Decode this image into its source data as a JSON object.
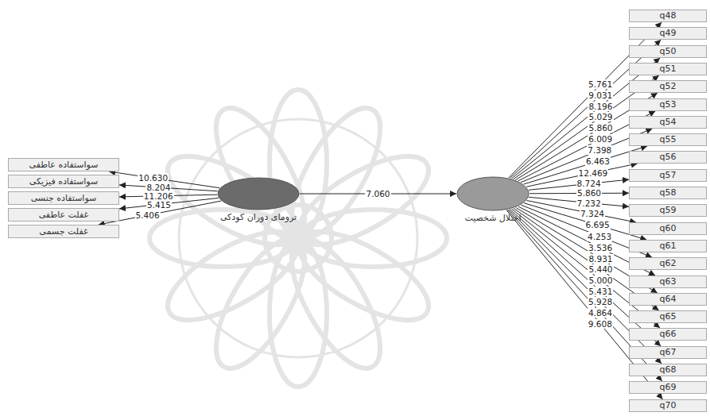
{
  "diagram": {
    "nodes": [
      {
        "text": [
          "سواستفاده عاطفی"
        ]
      },
      {
        "text": [
          "سواستفاده فیزیکی"
        ]
      },
      {
        "text": [
          "سواستفاده جنسی"
        ]
      },
      {
        "text": [
          "غفلت عاطفی"
        ]
      },
      {
        "text": [
          "غفلت جسمی"
        ]
      },
      {
        "text": [
          "ترومای دوران کودکی"
        ]
      },
      {
        "text": [
          "اختلال شخصیت"
        ]
      },
      {
        "text": [
          "q48"
        ]
      },
      {
        "text": [
          "q49"
        ]
      },
      {
        "text": [
          "q50"
        ]
      },
      {
        "text": [
          "q51"
        ]
      },
      {
        "text": [
          "q52"
        ]
      },
      {
        "text": [
          "q53"
        ]
      },
      {
        "text": [
          "q54"
        ]
      },
      {
        "text": [
          "q55"
        ]
      },
      {
        "text": [
          "q56"
        ]
      },
      {
        "text": [
          "q57"
        ]
      },
      {
        "text": [
          "q58"
        ]
      },
      {
        "text": [
          "q59"
        ]
      },
      {
        "text": [
          "q60"
        ]
      },
      {
        "text": [
          "q61"
        ]
      },
      {
        "text": [
          "q62"
        ]
      },
      {
        "text": [
          "q63"
        ]
      },
      {
        "text": [
          "q64"
        ]
      },
      {
        "text": [
          "q65"
        ]
      },
      {
        "text": [
          "q66"
        ]
      },
      {
        "text": [
          "q67"
        ]
      },
      {
        "text": [
          "q68"
        ]
      },
      {
        "text": [
          "q69"
        ]
      },
      {
        "text": [
          "q70"
        ]
      }
    ],
    "edges": [
      {
        "from": 5,
        "to": 0,
        "arrow": "to",
        "label": "10.630"
      },
      {
        "from": 5,
        "to": 1,
        "arrow": "to",
        "label": "8.204"
      },
      {
        "from": 5,
        "to": 2,
        "arrow": "to",
        "label": "11.206"
      },
      {
        "from": 5,
        "to": 3,
        "arrow": "to",
        "label": "5.415"
      },
      {
        "from": 5,
        "to": 4,
        "arrow": "to",
        "label": "5.406"
      },
      {
        "from": 5,
        "to": 6,
        "arrow": "to",
        "label": "7.060"
      },
      {
        "from": 6,
        "to": 7,
        "arrow": "to",
        "label": "5.761"
      },
      {
        "from": 6,
        "to": 8,
        "arrow": "to",
        "label": "9.031"
      },
      {
        "from": 6,
        "to": 9,
        "arrow": "to",
        "label": "8.196"
      },
      {
        "from": 6,
        "to": 10,
        "arrow": "to",
        "label": "5.029"
      },
      {
        "from": 6,
        "to": 11,
        "arrow": "to",
        "label": "5.860"
      },
      {
        "from": 6,
        "to": 12,
        "arrow": "to",
        "label": "6.009"
      },
      {
        "from": 6,
        "to": 13,
        "arrow": "to",
        "label": "7.398"
      },
      {
        "from": 6,
        "to": 14,
        "arrow": "to",
        "label": "6.463"
      },
      {
        "from": 6,
        "to": 15,
        "arrow": "to",
        "label": "12.469"
      },
      {
        "from": 6,
        "to": 16,
        "arrow": "to",
        "label": "8.724"
      },
      {
        "from": 6,
        "to": 17,
        "arrow": "to",
        "label": "5.860"
      },
      {
        "from": 6,
        "to": 18,
        "arrow": "to",
        "label": "7.232"
      },
      {
        "from": 6,
        "to": 19,
        "arrow": "to",
        "label": "7.324"
      },
      {
        "from": 6,
        "to": 20,
        "arrow": "to",
        "label": "6.695"
      },
      {
        "from": 6,
        "to": 21,
        "arrow": "to",
        "label": "4.253"
      },
      {
        "from": 6,
        "to": 22,
        "arrow": "to",
        "label": "3.536"
      },
      {
        "from": 6,
        "to": 23,
        "arrow": "to",
        "label": "8.931"
      },
      {
        "from": 6,
        "to": 24,
        "arrow": "to",
        "label": "5.440"
      },
      {
        "from": 6,
        "to": 25,
        "arrow": "to",
        "label": "5.000"
      },
      {
        "from": 6,
        "to": 26,
        "arrow": "to",
        "label": "5.431"
      },
      {
        "from": 6,
        "to": 27,
        "arrow": "to",
        "label": "5.928"
      },
      {
        "from": 6,
        "to": 28,
        "arrow": "to",
        "label": "4.864"
      },
      {
        "from": 6,
        "to": 29,
        "arrow": "to",
        "label": "9.608"
      }
    ]
  }
}
